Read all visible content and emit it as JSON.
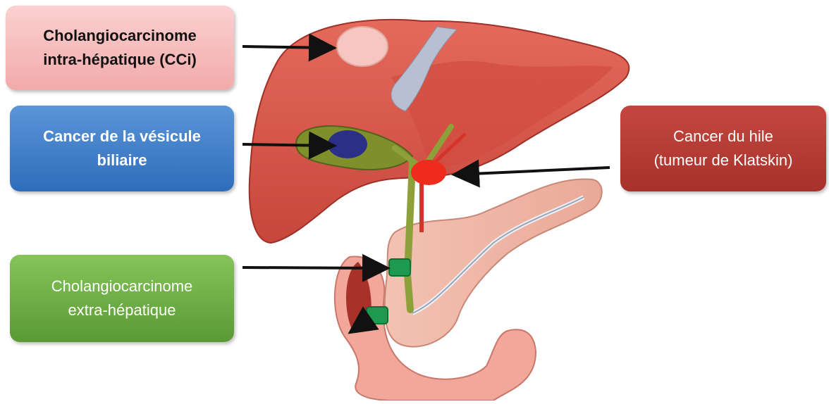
{
  "labels": {
    "cci": {
      "line1": "Cholangiocarcinome",
      "line2": "intra-hépatique (CCi)"
    },
    "vesicule": {
      "line1": "Cancer de la vésicule",
      "line2": "biliaire"
    },
    "extra": {
      "line1": "Cholangiocarcinome",
      "line2": "extra-hépatique"
    },
    "hile": {
      "line1": "Cancer du hile",
      "line2": "(tumeur de Klatskin)"
    }
  },
  "colors": {
    "cci_box": "#f4b6b6",
    "vesicule_box": "#3b78c4",
    "extra_box": "#6aac41",
    "hile_box": "#b23a33",
    "liver": "#d9574a",
    "liver_dark": "#b5392f",
    "gallbladder": "#7b8a2a",
    "tumor_gallbladder": "#2b2f86",
    "tumor_hile": "#ef2b1c",
    "tumor_extra": "#1e9a50",
    "tumor_cci": "#f6c7c0",
    "pancreas": "#f2b7a5",
    "duodenum": "#f0a89c",
    "bile_duct": "#8da03a",
    "arrow": "#111111"
  },
  "icons": [
    "liver-illustration",
    "gallbladder-illustration",
    "pancreas-illustration",
    "duodenum-illustration"
  ]
}
